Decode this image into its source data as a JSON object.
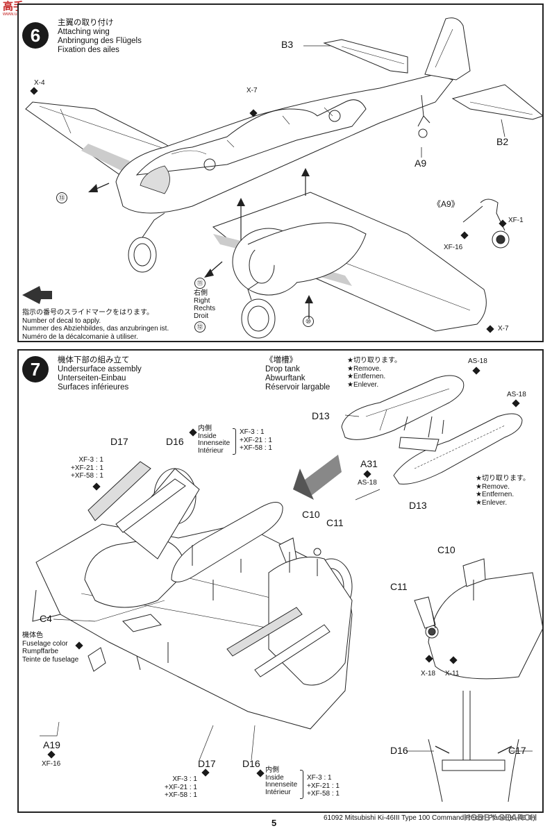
{
  "watermark": {
    "brand": "高手",
    "url": "www.ushi.com"
  },
  "step6": {
    "number": "6",
    "title": [
      "主翼の取り付け",
      "Attaching wing",
      "Anbringung des Flügels",
      "Fixation des ailes"
    ],
    "labels": {
      "b3": "B3",
      "b2": "B2",
      "a9": "A9",
      "x4": "X-4",
      "x7_top": "X-7",
      "x7_bottom": "X-7",
      "a9_detail": "《A9》",
      "xf1": "XF-1",
      "xf16": "XF-16"
    },
    "decals": {
      "d13": "⑬",
      "d11": "⑪",
      "d12": "⑫",
      "d10": "⑩"
    },
    "side_label": [
      "右側",
      "Right",
      "Rechts",
      "Droit"
    ],
    "decal_note": [
      "指示の番号のスライドマークをはります。",
      "Number of decal to apply.",
      "Nummer des Abziehbildes, das anzubringen ist.",
      "Numéro de la décalcomanie à utiliser."
    ]
  },
  "step7": {
    "number": "7",
    "title": [
      "機体下部の組み立て",
      "Undersurface assembly",
      "Unterseiten-Einbau",
      "Surfaces inférieures"
    ],
    "drop_tank": [
      "《増槽》",
      "Drop tank",
      "Abwurftank",
      "Réservoir largable"
    ],
    "remove_note": [
      "★切り取ります。",
      "★Remove.",
      "★Entfernen.",
      "★Enlever."
    ],
    "labels": {
      "as18_a": "AS-18",
      "as18_b": "AS-18",
      "as18_c": "AS-18",
      "d13_a": "D13",
      "d13_b": "D13",
      "a31": "A31",
      "d17_top": "D17",
      "d16_top": "D16",
      "c10_main": "C10",
      "c11_main": "C11",
      "c10_detail": "C10",
      "c11_detail": "C11",
      "c4": "C4",
      "a19": "A19",
      "xf16": "XF-16",
      "d17_bottom": "D17",
      "d16_bottom": "D16",
      "x18": "X-18",
      "x11": "X-11",
      "d16_detail": "D16",
      "c17_detail": "C17"
    },
    "inside_label": [
      "内側",
      "Inside",
      "Innenseite",
      "Intérieur"
    ],
    "paint_mix": [
      "XF-3 : 1",
      "+XF-21 : 1",
      "+XF-58 : 1"
    ],
    "fuselage_color": [
      "機体色",
      "Fuselage color",
      "Rumpffarbe",
      "Teinte de fuselage"
    ]
  },
  "footer": {
    "page_number": "5",
    "kit_text": "61092  Mitsubishi Ki-46III Type 100 Command Recon Plane (Ki-46 Ⅲ)",
    "hobby_search": "HOBBY SEARCH"
  }
}
